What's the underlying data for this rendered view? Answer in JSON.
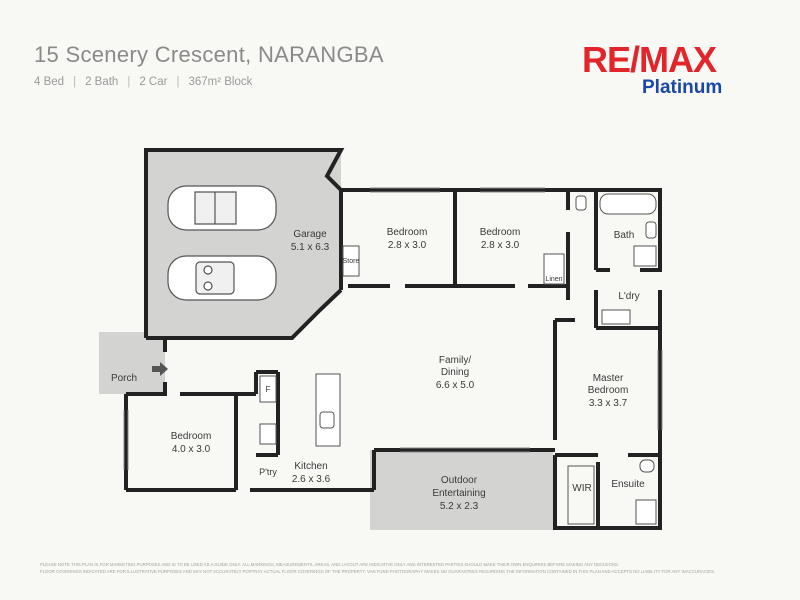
{
  "header": {
    "title": "15 Scenery Crescent, NARANGBA",
    "specs": [
      "4 Bed",
      "2 Bath",
      "2 Car",
      "367m² Block"
    ]
  },
  "logo": {
    "brand": "RE/MAX",
    "sub": "Platinum",
    "colors": {
      "red": "#e2252b",
      "blue": "#1a47a8"
    }
  },
  "rooms": {
    "garage": {
      "name": "Garage",
      "size": "5.1 x 6.3"
    },
    "store": {
      "name": "Store"
    },
    "bedroom2": {
      "name": "Bedroom",
      "size": "2.8 x 3.0"
    },
    "bedroom3": {
      "name": "Bedroom",
      "size": "2.8 x 3.0"
    },
    "linen": {
      "name": "Linen"
    },
    "bath": {
      "name": "Bath"
    },
    "laundry": {
      "name": "L'dry"
    },
    "family": {
      "name": "Family/",
      "name2": "Dining",
      "size": "6.6 x 5.0"
    },
    "master": {
      "name": "Master",
      "name2": "Bedroom",
      "size": "3.3 x 3.7"
    },
    "bedroom4": {
      "name": "Bedroom",
      "size": "4.0 x 3.0"
    },
    "kitchen": {
      "name": "Kitchen",
      "size": "2.6 x 3.6"
    },
    "pantry": {
      "name": "P'try"
    },
    "fridge": {
      "name": "F"
    },
    "porch": {
      "name": "Porch"
    },
    "outdoor": {
      "name": "Outdoor",
      "name2": "Entertaining",
      "size": "5.2 x 2.3"
    },
    "wir": {
      "name": "WIR"
    },
    "ensuite": {
      "name": "Ensuite"
    }
  },
  "disclaimer": {
    "line1": "Please note this plan is for marketing purposes and is to be used as a guide only. All markings, measurements, areas, and layout are indicative only and interested parties should make their own enquiries before making any decisions.",
    "line2": "Floor coverings indicated are for illustrative purposes and may not accurately portray actual floor coverings of the property. Van Fund Photography makes no guarantees regarding the information contained in this plan and accepts no liability for any inaccuracies."
  },
  "colors": {
    "wall": "#222222",
    "shade": "#d3d3d1",
    "bg": "#f8f8f4",
    "text": "#3a3a3a"
  }
}
